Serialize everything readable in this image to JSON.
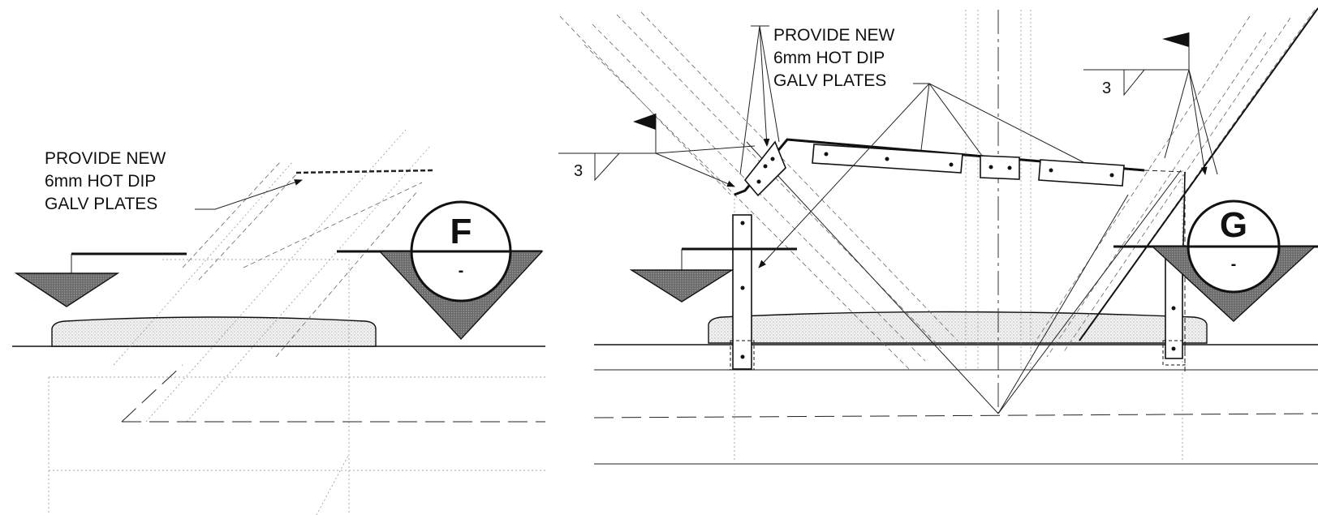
{
  "detail_f": {
    "note_lines": [
      "PROVIDE NEW",
      "6mm HOT DIP",
      "GALV PLATES"
    ],
    "bubble_letter": "F",
    "bubble_sheet": "-"
  },
  "detail_g": {
    "note_lines": [
      "PROVIDE NEW",
      "6mm HOT DIP",
      "GALV PLATES"
    ],
    "bubble_letter": "G",
    "bubble_sheet": "-",
    "weld_left": "3",
    "weld_right": "3"
  },
  "colors": {
    "line": "#111111",
    "tone": "#777777",
    "background": "#ffffff"
  },
  "icons": [
    "section-marker-icon",
    "weld-symbol-icon",
    "flag-icon",
    "elevation-triangle-icon"
  ]
}
